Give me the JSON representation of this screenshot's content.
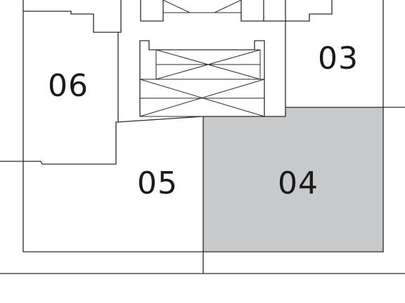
{
  "units": [
    {
      "id": "03",
      "label": "03",
      "highlighted": false
    },
    {
      "id": "04",
      "label": "04",
      "highlighted": true
    },
    {
      "id": "05",
      "label": "05",
      "highlighted": false
    },
    {
      "id": "06",
      "label": "06",
      "highlighted": false
    }
  ],
  "colors": {
    "highlight_fill": "#c8c9cb",
    "line": "#2a2a2a",
    "background": "#ffffff"
  }
}
